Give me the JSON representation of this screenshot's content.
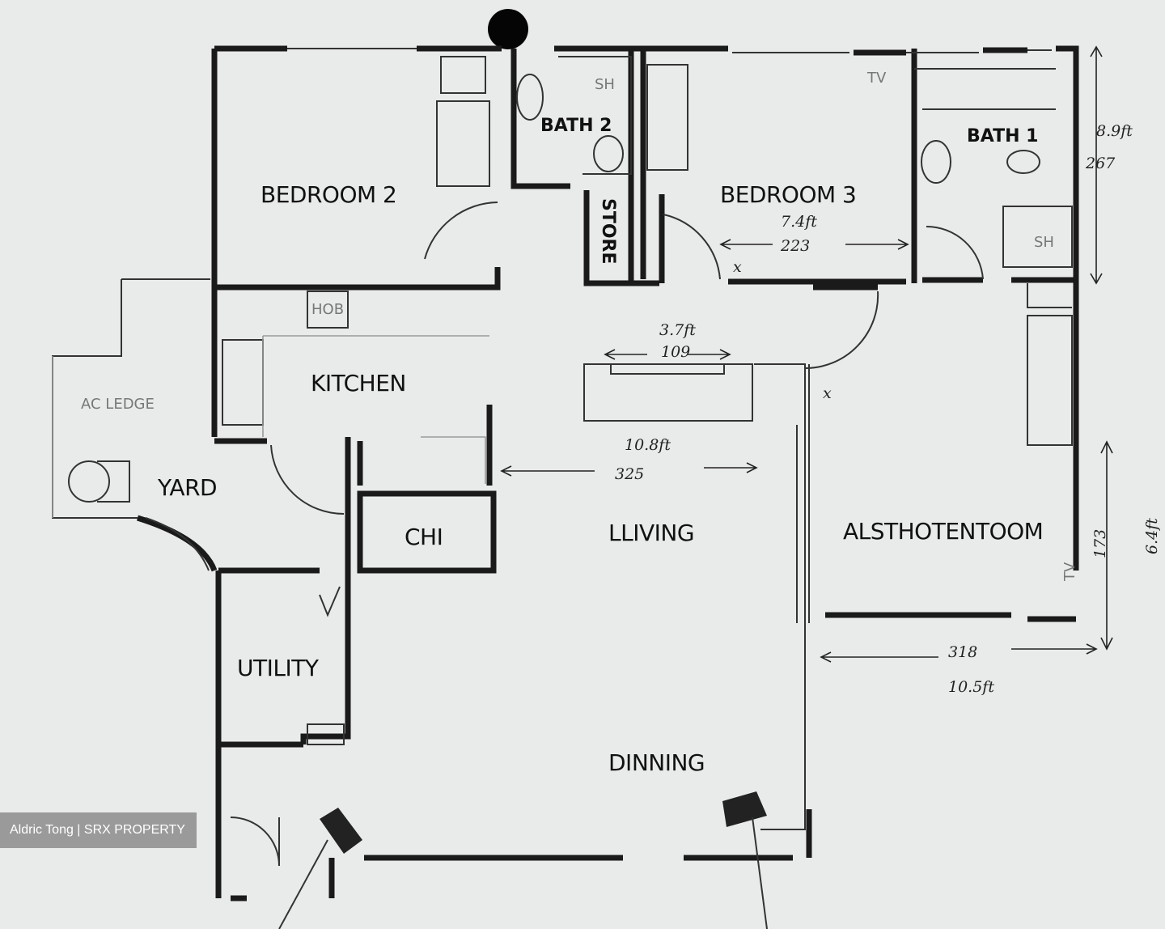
{
  "rooms": {
    "bedroom2": "BEDROOM 2",
    "bath2": "BATH 2",
    "store": "STORE",
    "bedroom3": "BEDROOM 3",
    "bath1": "BATH 1",
    "kitchen": "KITCHEN",
    "ac_ledge": "AC LEDGE",
    "yard": "YARD",
    "chi": "CHI",
    "living": "LLIVING",
    "study": "ALSTHOTENTOOM",
    "utility": "UTILITY",
    "dinning": "DINNING"
  },
  "fixtures": {
    "sh": "SH",
    "tv": "TV",
    "hob": "HOB"
  },
  "annotations": {
    "bath1_height_ft": "8.9ft",
    "bath1_height_cm": "267",
    "bed3_width_ft": "7.4ft",
    "bed3_width_cm": "223",
    "counter_ft": "3.7ft",
    "counter_cm": "109",
    "living_ft": "10.8ft",
    "living_cm": "325",
    "study_height_cm": "173",
    "study_height_ft": "6.4ft",
    "study_width_cm": "318",
    "study_width_ft": "10.5ft",
    "x_mark": "x"
  },
  "credit": "Aldric Tong | SRX PROPERTY"
}
